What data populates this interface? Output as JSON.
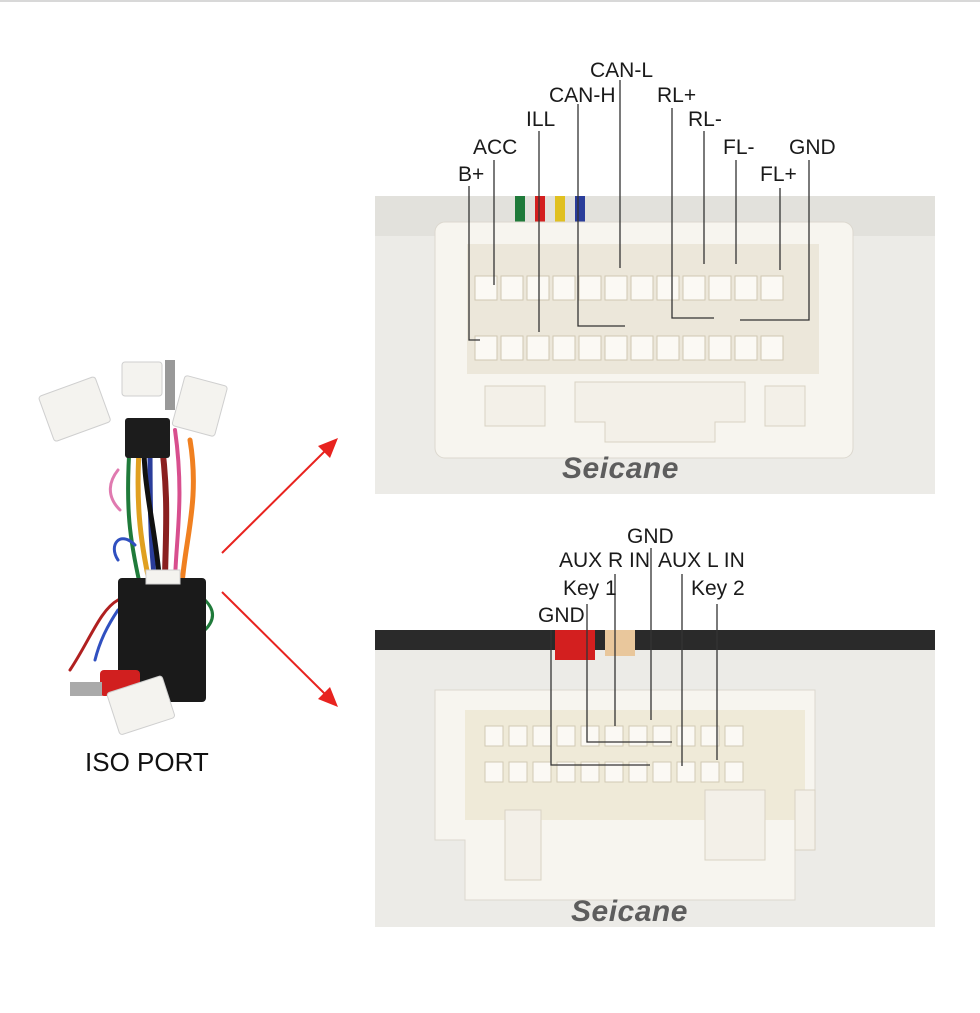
{
  "harness": {
    "caption": "ISO PORT"
  },
  "top_connector": {
    "pins": [
      "CAN-L",
      "CAN-H",
      "RL+",
      "RL-",
      "ILL",
      "ACC",
      "FL-",
      "GND",
      "B+",
      "FL+"
    ],
    "watermark": "Seicane"
  },
  "bottom_connector": {
    "pins": [
      "GND",
      "AUX R IN",
      "AUX L IN",
      "Key 1",
      "Key 2",
      "GND"
    ],
    "watermark": "Seicane"
  },
  "colors": {
    "arrow": "#e8231f",
    "connector_body": "#f5f2ec",
    "leader_line": "#333333"
  }
}
